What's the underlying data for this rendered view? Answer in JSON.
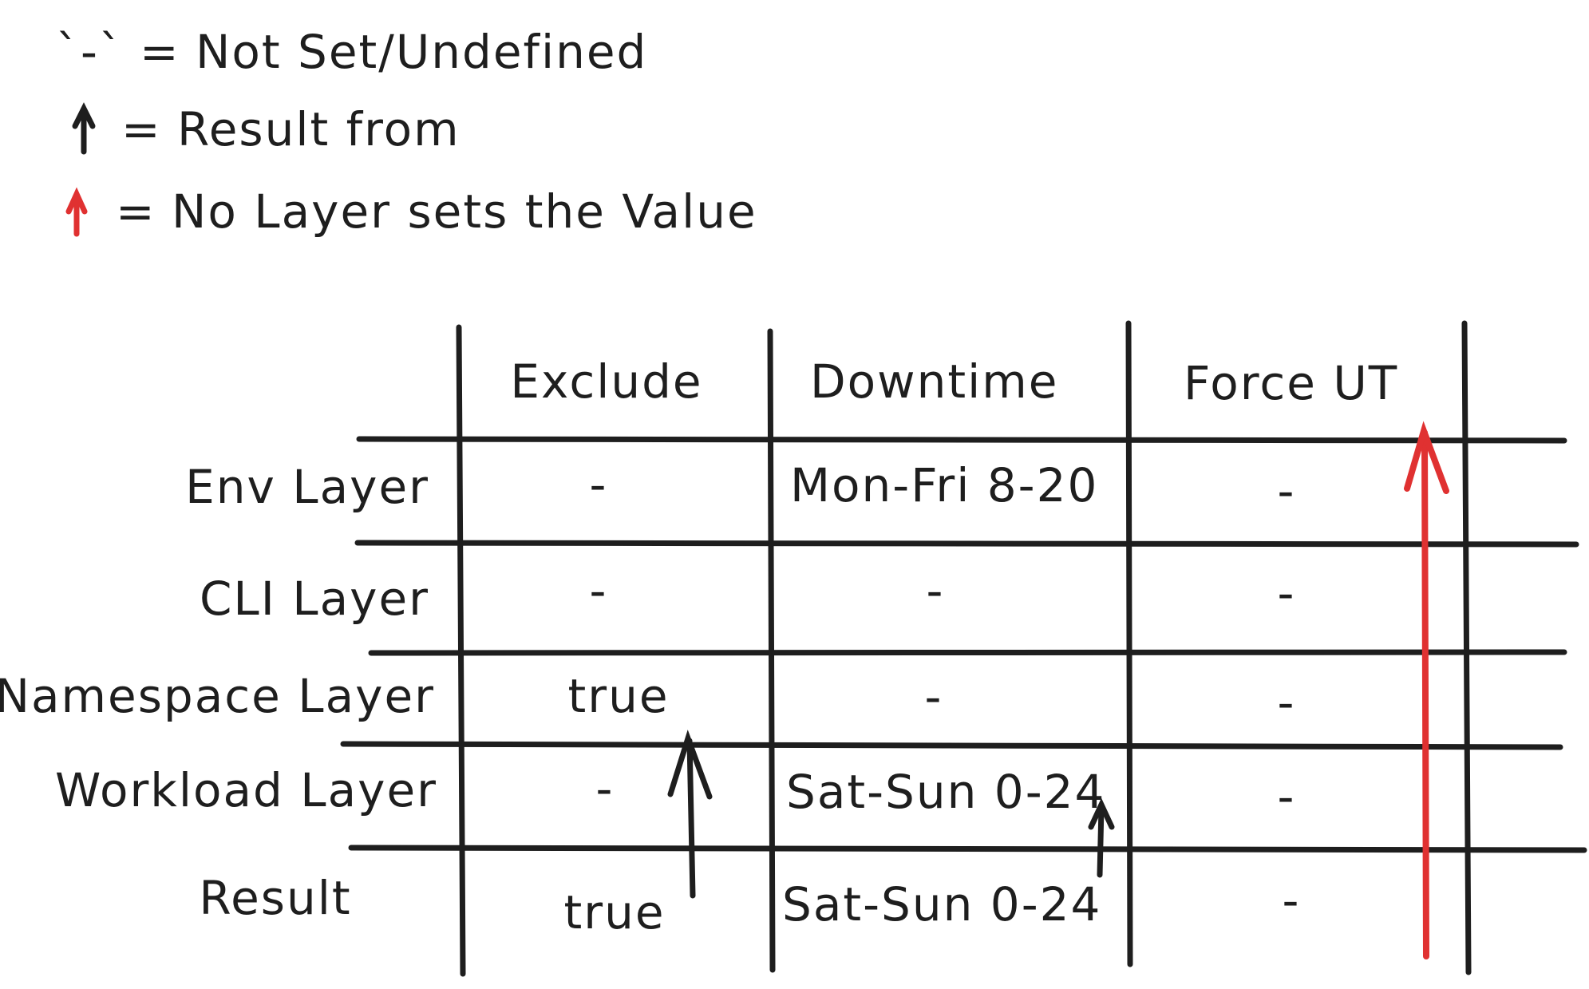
{
  "legend": [
    {
      "symbol": "`-`",
      "separator": "=",
      "text": "Not Set/Undefined"
    },
    {
      "symbol": "black-up-arrow",
      "separator": "=",
      "text": "Result from"
    },
    {
      "symbol": "red-up-arrow",
      "separator": "=",
      "text": "No Layer sets the Value"
    }
  ],
  "table": {
    "columns": [
      "Exclude",
      "Downtime",
      "Force UT"
    ],
    "rows": [
      {
        "label": "Env Layer",
        "cells": [
          "-",
          "Mon-Fri 8-20",
          "-"
        ]
      },
      {
        "label": "CLI Layer",
        "cells": [
          "-",
          "-",
          "-"
        ]
      },
      {
        "label": "Namespace Layer",
        "cells": [
          "true",
          "-",
          "-"
        ]
      },
      {
        "label": "Workload Layer",
        "cells": [
          "-",
          "Sat-Sun 0-24",
          "-"
        ]
      },
      {
        "label": "Result",
        "cells": [
          "true",
          "Sat-Sun 0-24",
          "-"
        ]
      }
    ]
  },
  "colors": {
    "ink": "#1e1e1e",
    "red_arrow": "#e03131"
  }
}
